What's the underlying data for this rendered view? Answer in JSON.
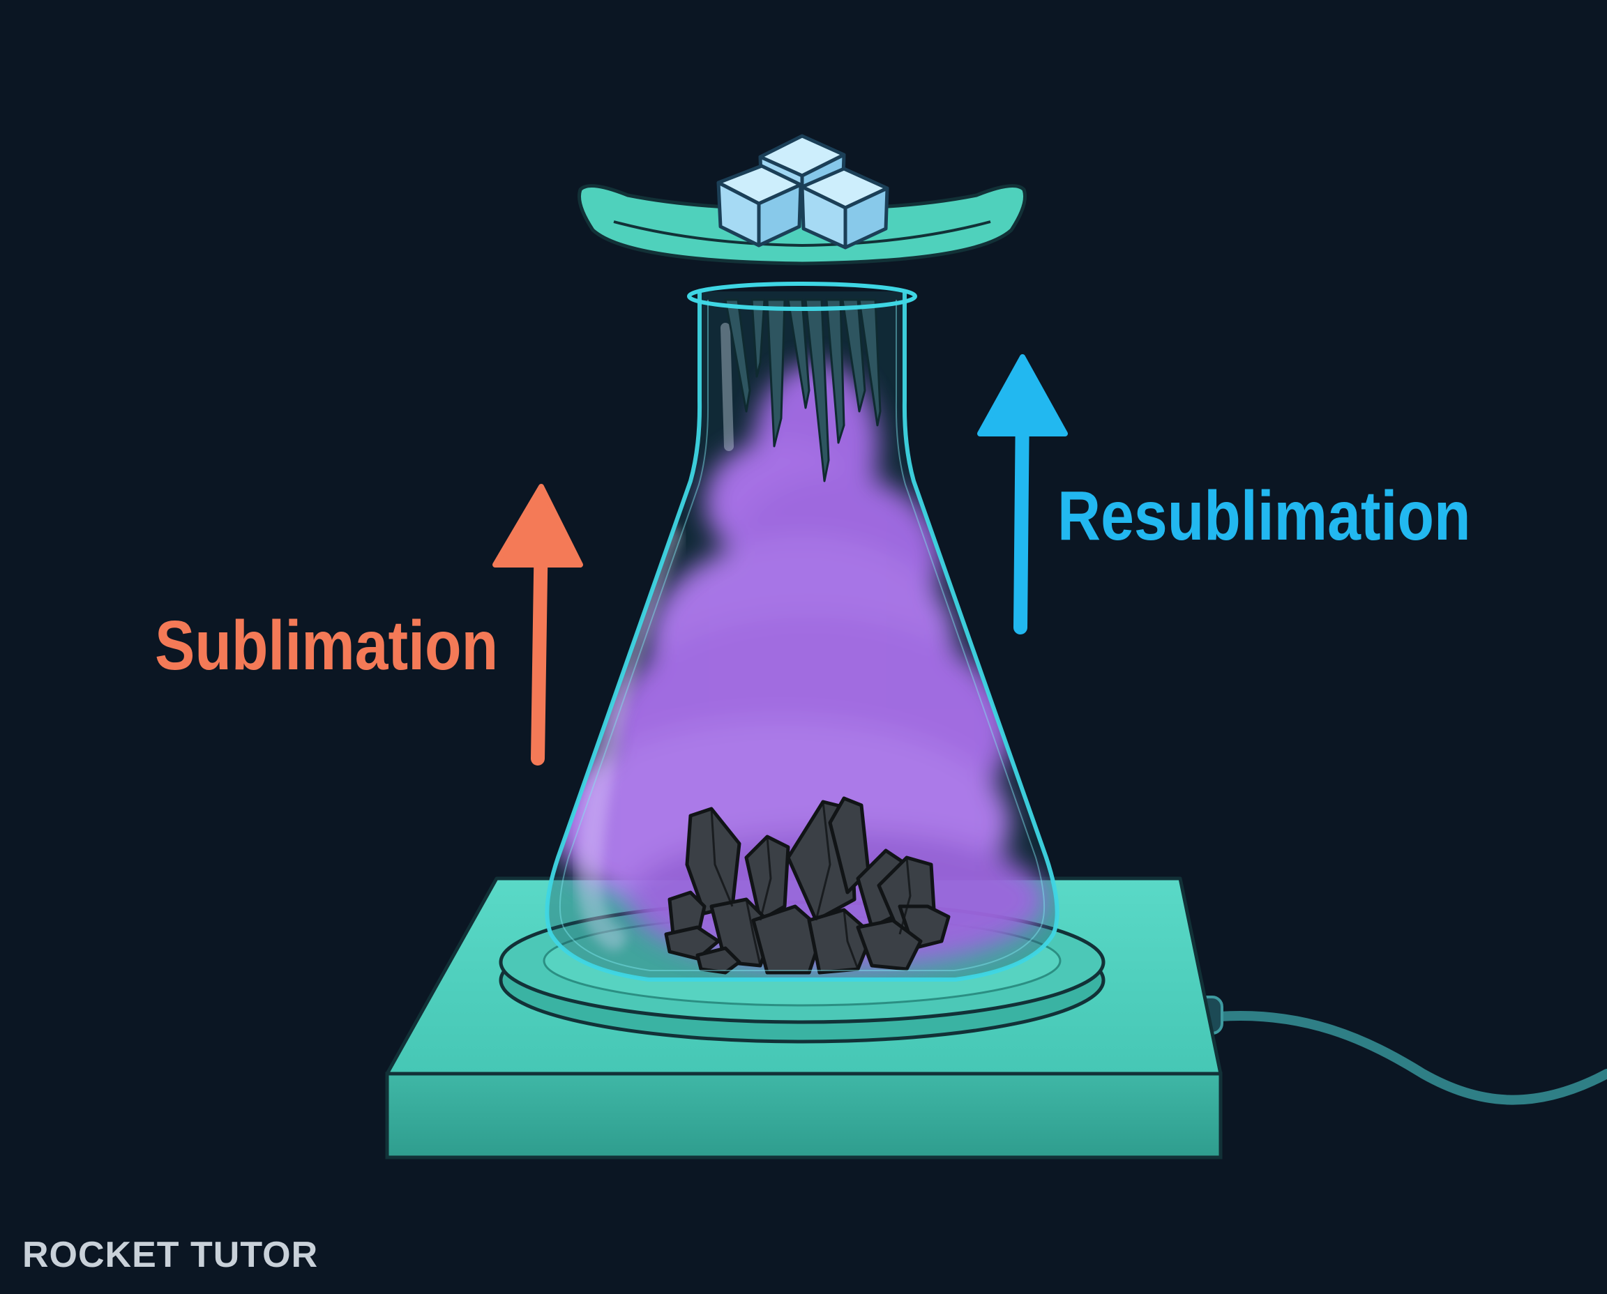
{
  "labels": {
    "sublimation": "Sublimation",
    "resublimation": "Resublimation"
  },
  "brand": {
    "text": "ROCKET TUTOR"
  },
  "colors": {
    "background": "#0b1623",
    "sublimation_arrow": "#f47a57",
    "resublimation_arrow": "#22b8f0",
    "hotplate": "#4fd1c0",
    "vapor": "#a672e8",
    "crystals": "#3a3f45",
    "ice": "#a8dcf7"
  },
  "icons": {
    "sublimation_arrow": "arrow-up-icon",
    "resublimation_arrow": "arrow-up-icon"
  }
}
